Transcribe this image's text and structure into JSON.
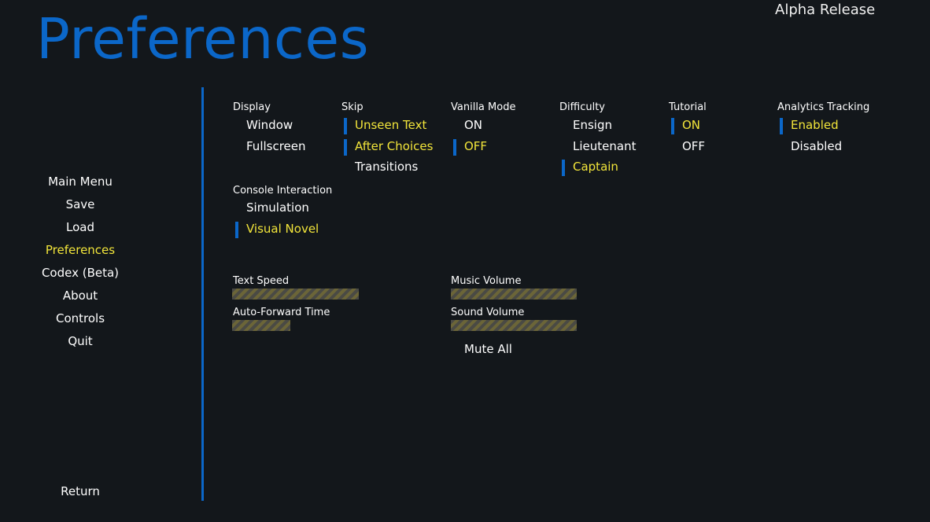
{
  "header": {
    "title": "Preferences",
    "release": "Alpha Release"
  },
  "nav": {
    "items": [
      "Main Menu",
      "Save",
      "Load",
      "Preferences",
      "Codex (Beta)",
      "About",
      "Controls",
      "Quit"
    ],
    "active": "Preferences",
    "return_label": "Return"
  },
  "groups": {
    "display": {
      "label": "Display",
      "options": [
        "Window",
        "Fullscreen"
      ],
      "selected": []
    },
    "skip": {
      "label": "Skip",
      "options": [
        "Unseen Text",
        "After Choices",
        "Transitions"
      ],
      "selected": [
        "Unseen Text",
        "After Choices"
      ]
    },
    "vanilla": {
      "label": "Vanilla Mode",
      "options": [
        "ON",
        "OFF"
      ],
      "selected": [
        "OFF"
      ]
    },
    "difficulty": {
      "label": "Difficulty",
      "options": [
        "Ensign",
        "Lieutenant",
        "Captain"
      ],
      "selected": [
        "Captain"
      ]
    },
    "tutorial": {
      "label": "Tutorial",
      "options": [
        "ON",
        "OFF"
      ],
      "selected": [
        "ON"
      ]
    },
    "analytics": {
      "label": "Analytics Tracking",
      "options": [
        "Enabled",
        "Disabled"
      ],
      "selected": [
        "Enabled"
      ]
    },
    "console": {
      "label": "Console Interaction",
      "options": [
        "Simulation",
        "Visual Novel"
      ],
      "selected": [
        "Visual Novel"
      ]
    }
  },
  "sliders": {
    "text_speed": {
      "label": "Text Speed",
      "value": 1.0
    },
    "auto_forward": {
      "label": "Auto-Forward Time",
      "value": 0.46
    },
    "music_volume": {
      "label": "Music Volume",
      "value": 1.0
    },
    "sound_volume": {
      "label": "Sound Volume",
      "value": 1.0
    }
  },
  "mute_all": "Mute All",
  "colors": {
    "background": "#13171b",
    "accent": "#0b67c9",
    "selected_text": "#f2e53a",
    "text": "#ffffff"
  }
}
